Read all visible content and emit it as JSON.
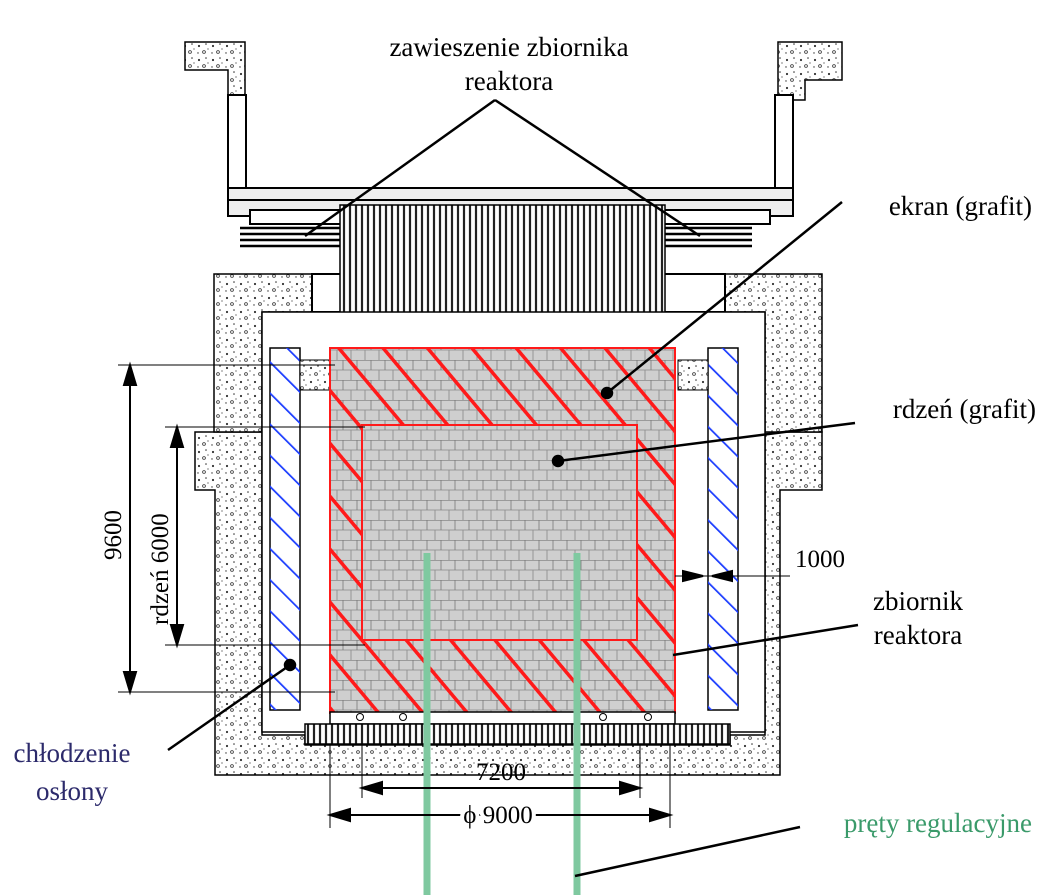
{
  "labels": {
    "suspension_line1": "zawieszenie zbiornika",
    "suspension_line2": "reaktora",
    "screen": "ekran (grafit)",
    "core": "rdzeń (grafit)",
    "vessel_line1": "zbiornik",
    "vessel_line2": "reaktora",
    "cooling_line1": "chłodzenie",
    "cooling_line2": "osłony",
    "rods": "pręty regulacyjne"
  },
  "dimensions": {
    "height_total": "9600",
    "core_height": "rdzeń 6000",
    "gap": "1000",
    "core_width": "7200",
    "vessel_diameter": "ϕ 9000"
  },
  "colors": {
    "graphite_hatch": "#ff1a1a",
    "cooling_hatch": "#1a3cff",
    "control_rods": "#7fc9a0",
    "cooling_label": "#2c2a6b",
    "rods_label": "#3a9a6a"
  }
}
